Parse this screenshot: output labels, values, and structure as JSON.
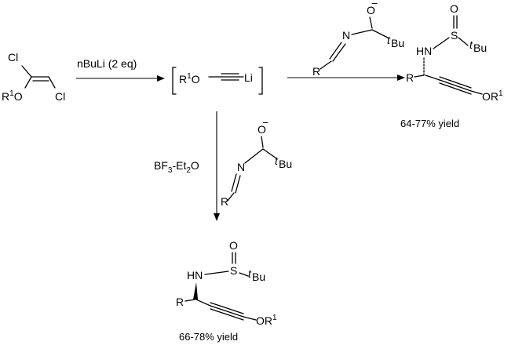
{
  "figure": {
    "reagent_1": "nBuLi (2 eq)",
    "reagent_2": "BF",
    "reagent_2_sub1": "3",
    "reagent_2_mid": "-Et",
    "reagent_2_sub2": "2",
    "reagent_2_end": "O",
    "yield_top": "64-77% yield",
    "yield_bottom": "66-78% yield"
  },
  "atoms": {
    "Cl": "Cl",
    "R": "R",
    "R1_sup": "1",
    "O": "O",
    "Li": "Li",
    "N": "N",
    "HN": "HN",
    "S": "S",
    "tBu_t": "t",
    "tBu_Bu": "Bu",
    "O_minus": "−"
  }
}
